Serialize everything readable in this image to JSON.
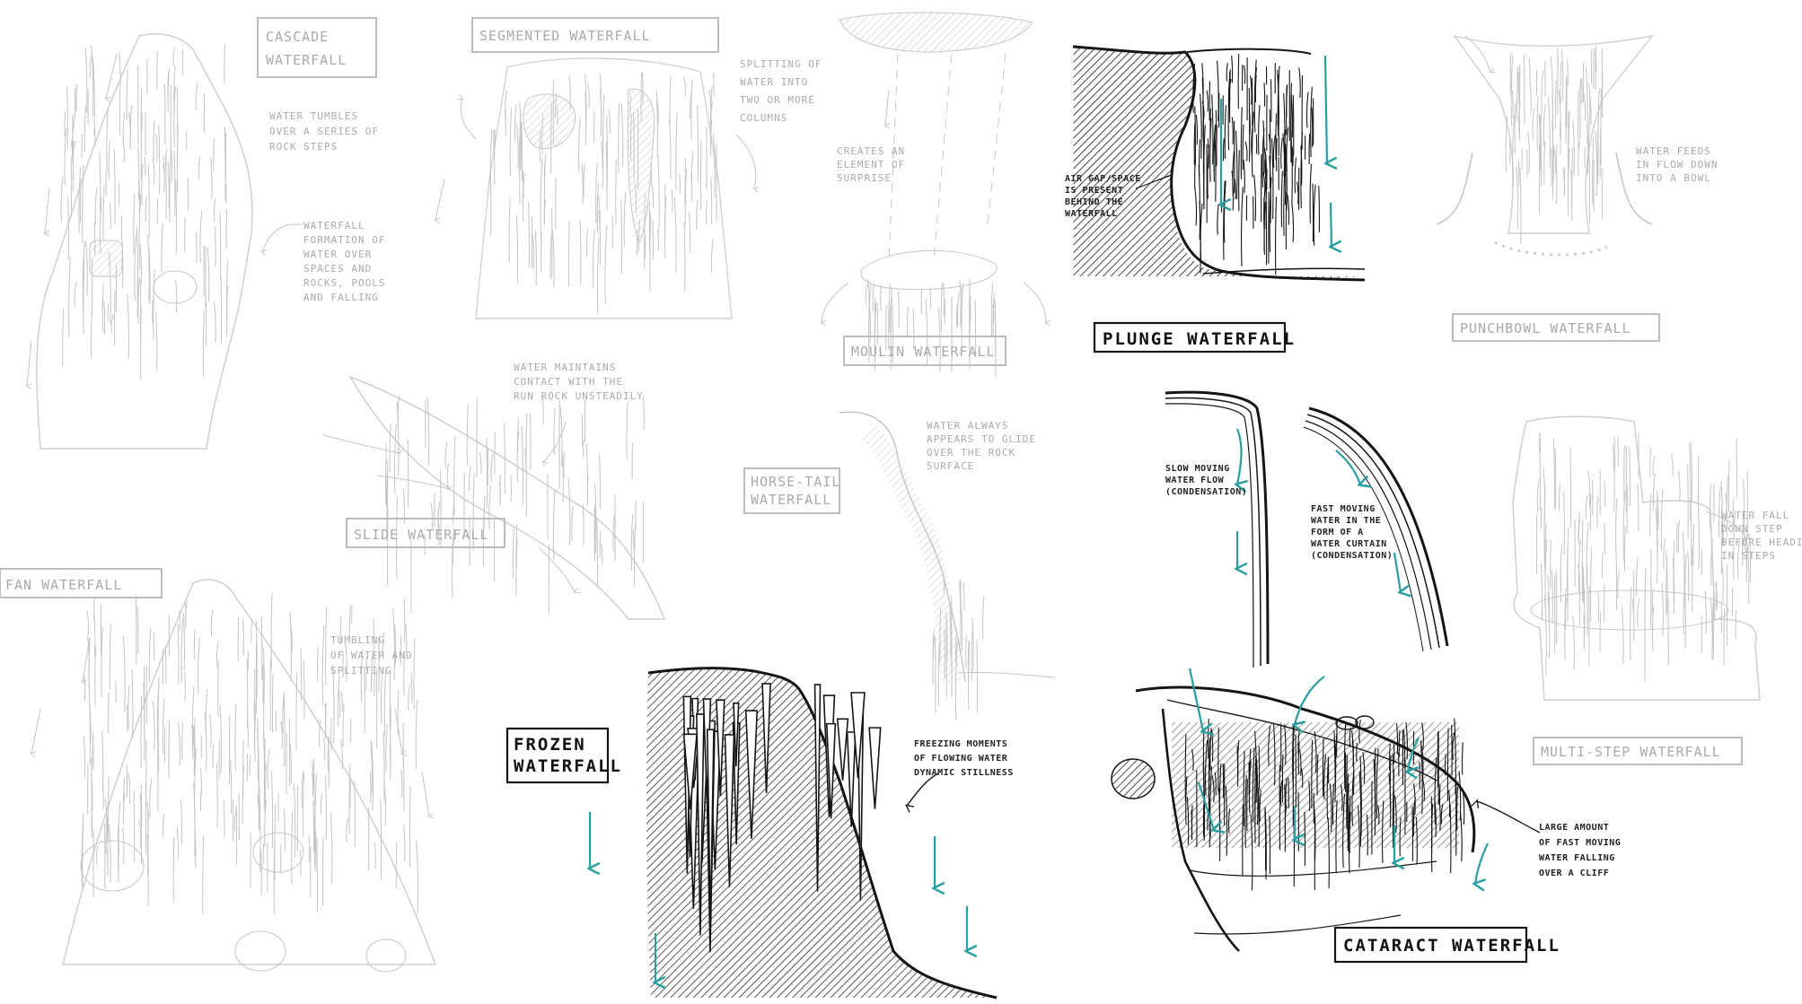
{
  "colors": {
    "faded": "#c4c4c4",
    "faded_text": "#aaaaaa",
    "ink": "#151515",
    "arrow_teal": "#2b9ea0",
    "background": "#ffffff"
  },
  "faded": {
    "cascade": {
      "label": [
        "CASCADE",
        "WATERFALL"
      ],
      "note1": [
        "WATER TUMBLES",
        "OVER A SERIES OF",
        "ROCK STEPS"
      ],
      "note2": [
        "WATERFALL",
        "FORMATION OF",
        "WATER OVER",
        "SPACES AND",
        "ROCKS, POOLS",
        "AND FALLING"
      ]
    },
    "segmented": {
      "label": [
        "SEGMENTED WATERFALL"
      ],
      "note": [
        "SPLITTING OF",
        "WATER INTO",
        "TWO OR MORE",
        "COLUMNS"
      ]
    },
    "moulin": {
      "label": [
        "MOULIN WATERFALL"
      ],
      "note": [
        "CREATES AN",
        "ELEMENT OF",
        "SURPRISE"
      ]
    },
    "punchbowl": {
      "label": [
        "PUNCHBOWL WATERFALL"
      ],
      "note": [
        "WATER FEEDS",
        "IN FLOW DOWN",
        "INTO A BOWL"
      ]
    },
    "slide": {
      "label": [
        "SLIDE WATERFALL"
      ],
      "note": [
        "WATER MAINTAINS",
        "CONTACT WITH THE",
        "RUN ROCK UNSTEADILY"
      ]
    },
    "horsetail": {
      "label": [
        "HORSE-TAIL",
        "WATERFALL"
      ],
      "note": [
        "WATER ALWAYS",
        "APPEARS TO GLIDE",
        "OVER THE ROCK",
        "SURFACE"
      ]
    },
    "fan": {
      "label": [
        "FAN WATERFALL"
      ],
      "note": [
        "TUMBLING",
        "OF WATER AND",
        "SPLITTING"
      ]
    },
    "multistep": {
      "label": [
        "MULTI-STEP WATERFALL"
      ],
      "note": [
        "WATER FALL",
        "DOWN STEP",
        "BEFORE HEADING",
        "IN STEPS"
      ]
    }
  },
  "dark": {
    "plunge": {
      "label": [
        "PLUNGE WATERFALL"
      ],
      "note": [
        "AIR GAP/SPACE",
        "IS PRESENT",
        "BEHIND THE",
        "WATERFALL"
      ]
    },
    "curtain": {
      "note_left": [
        "SLOW MOVING",
        "WATER FLOW",
        "(CONDENSATION)"
      ],
      "note_right": [
        "FAST MOVING",
        "WATER IN THE",
        "FORM OF A",
        "WATER CURTAIN",
        "(CONDENSATION)"
      ]
    },
    "frozen": {
      "label": [
        "FROZEN",
        "WATERFALL"
      ],
      "note": [
        "FREEZING MOMENTS",
        "OF FLOWING WATER",
        "DYNAMIC STILLNESS"
      ]
    },
    "cataract": {
      "label": [
        "CATARACT WATERFALL"
      ],
      "note": [
        "LARGE AMOUNT",
        "OF FAST MOVING",
        "WATER FALLING",
        "OVER A CLIFF"
      ]
    }
  }
}
